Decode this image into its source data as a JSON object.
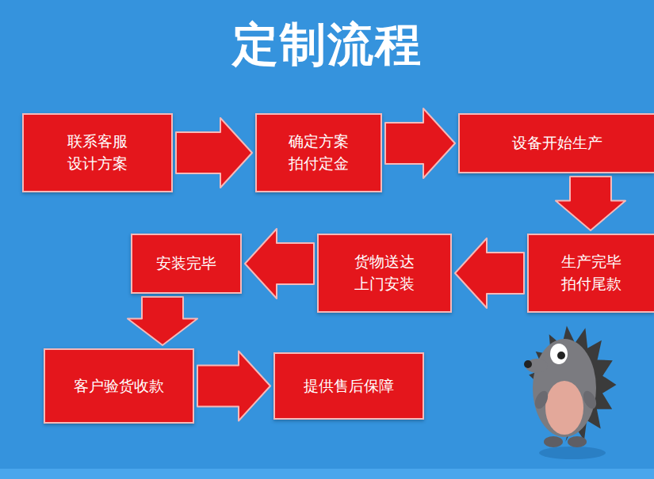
{
  "diagram": {
    "title": "定制流程",
    "nodes": [
      {
        "text": [
          "联系客服 设计方案"
        ]
      },
      {
        "text": [
          "确定方案 拍付定金"
        ]
      },
      {
        "text": [
          "设备开始生产"
        ]
      },
      {
        "text": [
          "生产完毕 拍付尾款"
        ]
      },
      {
        "text": [
          "货物送达 上门安装"
        ]
      },
      {
        "text": [
          "安装完毕"
        ]
      },
      {
        "text": [
          "客户验货收款"
        ]
      },
      {
        "text": [
          "提供售后保障"
        ]
      }
    ],
    "edges": [
      {
        "from": 0,
        "to": 1,
        "arrow": "to"
      },
      {
        "from": 1,
        "to": 2,
        "arrow": "to"
      },
      {
        "from": 2,
        "to": 3,
        "arrow": "to"
      },
      {
        "from": 3,
        "to": 4,
        "arrow": "to"
      },
      {
        "from": 4,
        "to": 5,
        "arrow": "to"
      },
      {
        "from": 5,
        "to": 6,
        "arrow": "to"
      },
      {
        "from": 6,
        "to": 7,
        "arrow": "to"
      }
    ]
  }
}
